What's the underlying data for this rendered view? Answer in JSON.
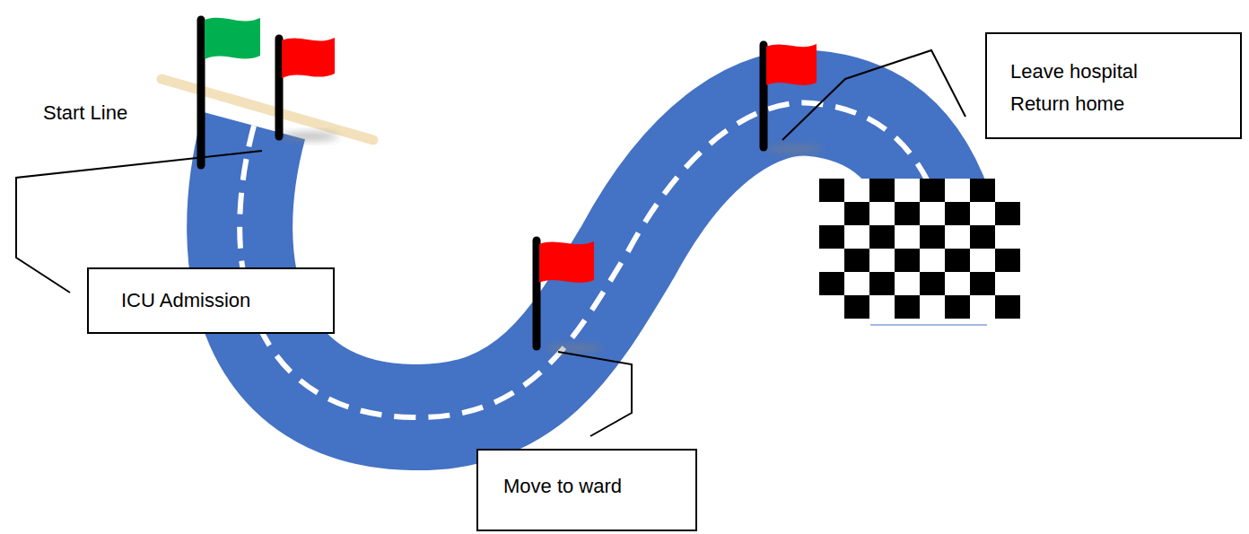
{
  "diagram": {
    "nodes": [
      {
        "text": [
          "Leave hospital Return home"
        ]
      },
      {
        "text": [
          "ICU Admission"
        ]
      },
      {
        "text": [
          "Move to ward"
        ]
      }
    ],
    "labels": [
      "Start Line"
    ]
  }
}
